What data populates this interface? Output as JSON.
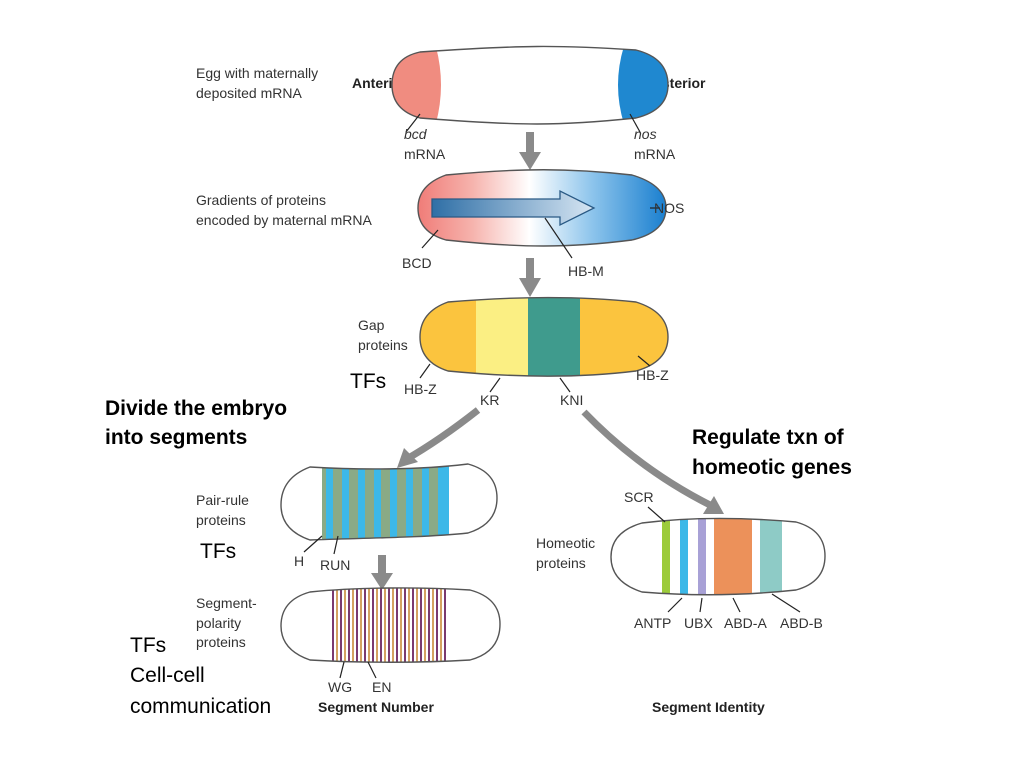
{
  "colors": {
    "anterior": "#f08c80",
    "posterior": "#1f88d0",
    "gap_orange": "#fbc43e",
    "gap_yellow": "#fbef83",
    "gap_teal": "#3f9b8d",
    "pair_rule_blue": "#3cb8e8",
    "pair_rule_green": "#8aaa86",
    "segment_purple": "#7a3a6e",
    "segment_tan": "#d4a260",
    "scr_green": "#9ccb3b",
    "antp_blue": "#3cb8e8",
    "ubx_lavender": "#a8a1d6",
    "abd_a_orange": "#ec915a",
    "abd_b_teal": "#8ecbc6",
    "arrow_gray": "#8a8a8a"
  },
  "icons": [
    "stage-arrow-icon",
    "branch-arrow-icon",
    "gradient-arrow-icon"
  ],
  "stage1": {
    "caption_line1": "Egg with maternally",
    "caption_line2": "deposited mRNA",
    "anterior": "Anterior",
    "posterior": "Posterior",
    "bcd_gene": "bcd",
    "bcd_mrna": "mRNA",
    "nos_gene": "nos",
    "nos_mrna": "mRNA"
  },
  "stage2": {
    "caption_line1": "Gradients of proteins",
    "caption_line2": "encoded by maternal mRNA",
    "nos": "NOS",
    "bcd": "BCD",
    "hbm": "HB-M"
  },
  "stage3": {
    "caption_line1": "Gap",
    "caption_line2": "proteins",
    "tfs": "TFs",
    "hbz_left": "HB-Z",
    "kr": "KR",
    "kni": "KNI",
    "hbz_right": "HB-Z"
  },
  "notes": {
    "divide_line1": "Divide the embryo",
    "divide_line2": "into segments",
    "regulate_line1": "Regulate txn of",
    "regulate_line2": "homeotic genes"
  },
  "pair_rule": {
    "caption_line1": "Pair-rule",
    "caption_line2": "proteins",
    "tfs": "TFs",
    "h": "H",
    "run": "RUN"
  },
  "segment_polarity": {
    "caption_line1": "Segment-",
    "caption_line2": "polarity",
    "caption_line3": "proteins",
    "tfs": "TFs",
    "cell_line1": "Cell-cell",
    "cell_line2": "communication",
    "wg": "WG",
    "en": "EN",
    "footer": "Segment Number"
  },
  "homeotic": {
    "caption_line1": "Homeotic",
    "caption_line2": "proteins",
    "scr": "SCR",
    "antp": "ANTP",
    "ubx": "UBX",
    "abd_a": "ABD-A",
    "abd_b": "ABD-B",
    "footer": "Segment Identity"
  }
}
